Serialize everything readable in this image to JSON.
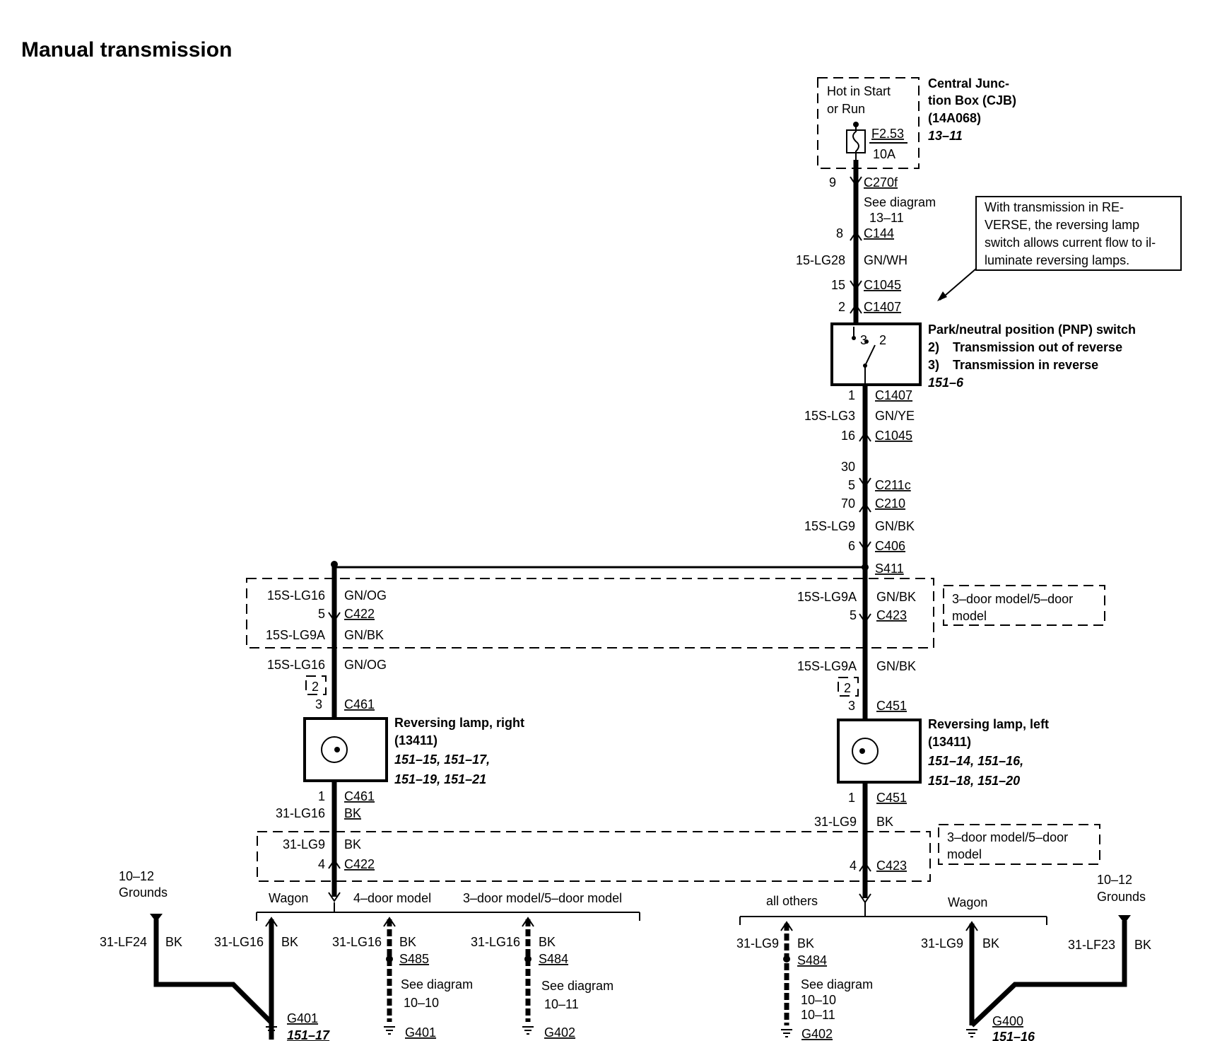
{
  "title": "Manual transmission",
  "cjb": {
    "hot": [
      "Hot in Start",
      "or Run"
    ],
    "fuse_id": "F2.53",
    "fuse_amp": "10A",
    "label": [
      "Central Junc-",
      "tion Box (CJB)",
      "(14A068)"
    ],
    "ref": "13–11"
  },
  "top_wire": {
    "c270f_pin": "9",
    "c270f": "C270f",
    "see": [
      "See diagram",
      "13–11"
    ],
    "c144_pin": "8",
    "c144": "C144",
    "circuit": "15-LG28",
    "color": "GN/WH",
    "c1045_pin": "15",
    "c1045": "C1045",
    "c1407_pin": "2",
    "c1407": "C1407"
  },
  "note": [
    "With transmission in RE-",
    "VERSE, the reversing lamp",
    "switch allows current flow to il-",
    "luminate reversing lamps."
  ],
  "pnp": {
    "pin_a": "3",
    "pin_b": "2",
    "label": "Park/neutral position (PNP) switch",
    "line2_num": "2)",
    "line2": "Transmission out of reverse",
    "line3_num": "3)",
    "line3": "Transmission in reverse",
    "ref": "151–6"
  },
  "mid_wire": {
    "c1407_pin": "1",
    "c1407": "C1407",
    "circuit": "15S-LG3",
    "color": "GN/YE",
    "c1045_pin": "16",
    "c1045": "C1045",
    "pin30": "30",
    "c211c_pin": "5",
    "c211c": "C211c",
    "c210_pin": "70",
    "c210": "C210",
    "circuit2": "15S-LG9",
    "color2": "GN/BK",
    "c406_pin": "6",
    "c406": "C406",
    "splice": "S411"
  },
  "right_branch": {
    "circ_a": "15S-LG9A",
    "col_a": "GN/BK",
    "c423_pin": "5",
    "c423": "C423",
    "model": [
      "3–door model/5–door",
      "model"
    ],
    "circ_b": "15S-LG9A",
    "col_b": "GN/BK",
    "box": "2",
    "c451_pin": "3",
    "c451": "C451",
    "lamp": [
      "Reversing lamp, left",
      "(13411)"
    ],
    "refs": [
      "151–14, 151–16,",
      "151–18, 151–20"
    ],
    "c451b_pin": "1",
    "c451b": "C451",
    "circ_c": "31-LG9",
    "col_c": "BK",
    "model2": [
      "3–door model/5–door",
      "model"
    ],
    "c423b_pin": "4",
    "c423b": "C423"
  },
  "left_branch": {
    "circ_a": "15S-LG16",
    "col_a": "GN/OG",
    "c422_pin": "5",
    "c422": "C422",
    "circ_b": "15S-LG9A",
    "col_b": "GN/BK",
    "circ_c": "15S-LG16",
    "col_c": "GN/OG",
    "box": "2",
    "c461_pin": "3",
    "c461": "C461",
    "lamp": [
      "Reversing lamp, right",
      "(13411)"
    ],
    "refs": [
      "151–15, 151–17,",
      "151–19, 151–21"
    ],
    "c461b_pin": "1",
    "c461b": "C461",
    "circ_d": "31-LG16",
    "col_d": "BK",
    "circ_e": "31-LG9",
    "col_e": "BK",
    "c422b_pin": "4",
    "c422b": "C422"
  },
  "bottom_left": {
    "grounds": [
      "10–12",
      "Grounds"
    ],
    "opts": [
      "Wagon",
      "4–door model",
      "3–door model/5–door model"
    ],
    "w1_circ": "31-LF24",
    "w1_col": "BK",
    "w2_circ": "31-LG16",
    "w2_col": "BK",
    "g401": "G401",
    "g401_ref": "151–17",
    "w3_circ": "31-LG16",
    "w3_col": "BK",
    "w3_splice": "S485",
    "w3_see": [
      "See diagram",
      "10–10"
    ],
    "w3_g": "G401",
    "w4_circ": "31-LG16",
    "w4_col": "BK",
    "w4_splice": "S484",
    "w4_see": [
      "See diagram",
      "10–11"
    ],
    "w4_g": "G402"
  },
  "bottom_right": {
    "opts": [
      "all others",
      "Wagon"
    ],
    "grounds": [
      "10–12",
      "Grounds"
    ],
    "w1_circ": "31-LG9",
    "w1_col": "BK",
    "w1_splice": "S484",
    "w1_see": [
      "See diagram",
      "10–10",
      "10–11"
    ],
    "w1_g": "G402",
    "w2_circ": "31-LG9",
    "w2_col": "BK",
    "w3_circ": "31-LF23",
    "w3_col": "BK",
    "g400": "G400",
    "g400_ref": "151–16"
  }
}
